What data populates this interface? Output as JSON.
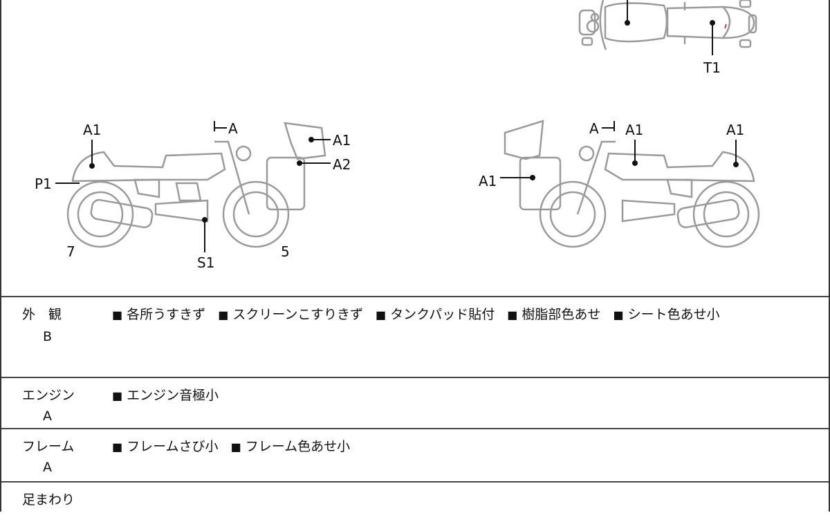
{
  "diagram": {
    "top_labels": [
      "T1"
    ],
    "left_bike_labels": {
      "a1_rear": "A1",
      "a_handle": "A",
      "a1_screen": "A1",
      "a2_box": "A2",
      "p1": "P1",
      "num_rear": "7",
      "s1": "S1",
      "num_front": "5"
    },
    "right_bike_labels": {
      "a_handle": "A",
      "a1_tank": "A1",
      "a1_tail": "A1",
      "a1_box": "A1"
    }
  },
  "table": {
    "rows": [
      {
        "category": "外　観",
        "grade": "B",
        "notes": [
          "各所うすきず",
          "スクリーンこすりきず",
          "タンクパッド貼付",
          "樹脂部色あせ",
          "シート色あせ小"
        ]
      },
      {
        "category": "エンジン",
        "grade": "A",
        "notes": [
          "エンジン音極小"
        ]
      },
      {
        "category": "フレーム",
        "grade": "A",
        "notes": [
          "フレームさび小",
          "フレーム色あせ小"
        ]
      },
      {
        "category": "足まわり",
        "grade": "",
        "notes": []
      }
    ],
    "bullet": "■"
  }
}
